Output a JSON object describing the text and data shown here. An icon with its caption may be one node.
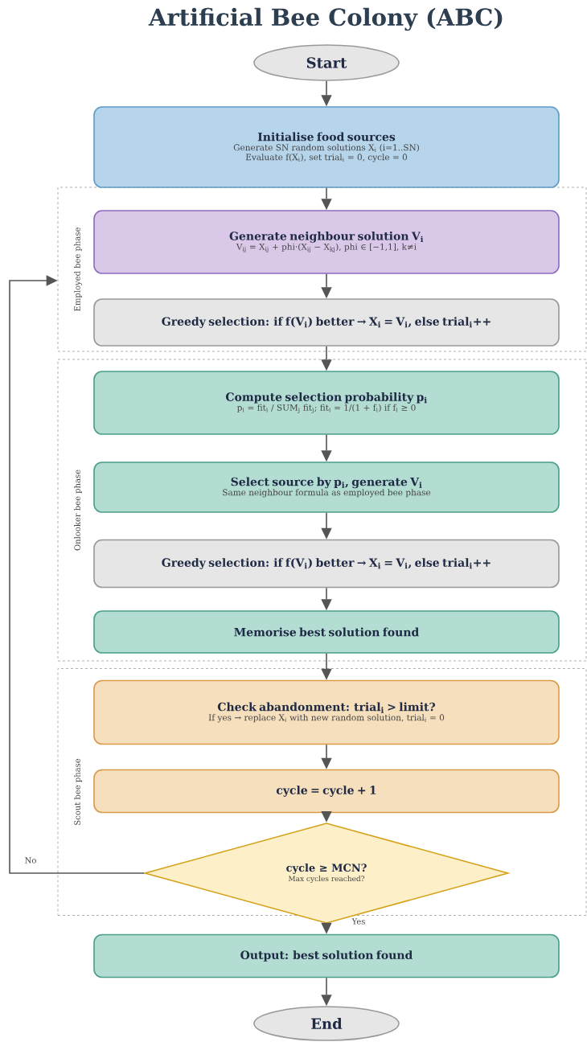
{
  "diagram": {
    "title": "Artificial Bee Colony (ABC)",
    "nodes": [
      {
        "text": [
          "Start"
        ]
      },
      {
        "text": [
          "Initialise food sources",
          "Generate SN random solutions X$_{i}$ (i=1..SN)",
          "Evaluate f(X$_{i}$), set trial$_{i}$ = 0, cycle = 0"
        ]
      },
      {
        "text": [
          "Employed bee phase"
        ]
      },
      {
        "text": [
          "Generate neighbour solution V$_{i}$",
          "V$_{ij}$ = X$_{ij}$ + phi·(X$_{ij}$ − X$_{kj}$), phi ∈ [−1,1], k≠i"
        ],
        "in": 2
      },
      {
        "text": [
          "Greedy selection: if f(V$_{i}$) better → X$_{i}$ = V$_{i}$, else trial$_{i}$++"
        ],
        "in": 2
      },
      {
        "text": [
          "Onlooker bee phase"
        ]
      },
      {
        "text": [
          "Compute selection probability p$_{i}$",
          "p$_{i}$ = fit$_{i}$ / SUM$_{j}$ fit$_{j}$;  fit$_{i}$ = 1/(1 + f$_{i}$) if f$_{i}$ ≥ 0"
        ],
        "in": 5
      },
      {
        "text": [
          "Select source by p$_{i}$, generate V$_{i}$",
          "Same neighbour formula as employed bee phase"
        ],
        "in": 5
      },
      {
        "text": [
          "Greedy selection: if f(V$_{i}$) better → X$_{i}$ = V$_{i}$, else trial$_{i}$++"
        ],
        "in": 5
      },
      {
        "text": [
          "Memorise best solution found"
        ],
        "in": 5
      },
      {
        "text": [
          "Scout bee phase"
        ]
      },
      {
        "text": [
          "Check abandonment: trial$_{i}$ > limit?",
          "If yes → replace X$_{i}$ with new random solution, trial$_{i}$ = 0"
        ],
        "in": 10
      },
      {
        "text": [
          "cycle = cycle + 1"
        ],
        "in": 10
      },
      {
        "text": [
          "cycle ≥ MCN?",
          "Max cycles reached?"
        ],
        "in": 10
      },
      {
        "text": [
          "Output: best solution found"
        ]
      },
      {
        "text": [
          "End"
        ]
      }
    ],
    "edges": [
      {
        "from": 0,
        "to": 1,
        "arrow": "to"
      },
      {
        "from": 1,
        "to": 3,
        "arrow": "to"
      },
      {
        "from": 3,
        "to": 4,
        "arrow": "to"
      },
      {
        "from": 4,
        "to": 6,
        "arrow": "to"
      },
      {
        "from": 6,
        "to": 7,
        "arrow": "to"
      },
      {
        "from": 7,
        "to": 8,
        "arrow": "to"
      },
      {
        "from": 8,
        "to": 9,
        "arrow": "to"
      },
      {
        "from": 9,
        "to": 11,
        "arrow": "to"
      },
      {
        "from": 11,
        "to": 12,
        "arrow": "to"
      },
      {
        "from": 12,
        "to": 13,
        "arrow": "to"
      },
      {
        "from": 13,
        "to": 2,
        "arrow": "to",
        "label": "No"
      },
      {
        "from": 13,
        "to": 14,
        "arrow": "to",
        "label": "Yes"
      },
      {
        "from": 14,
        "to": 15,
        "arrow": "to"
      }
    ]
  }
}
